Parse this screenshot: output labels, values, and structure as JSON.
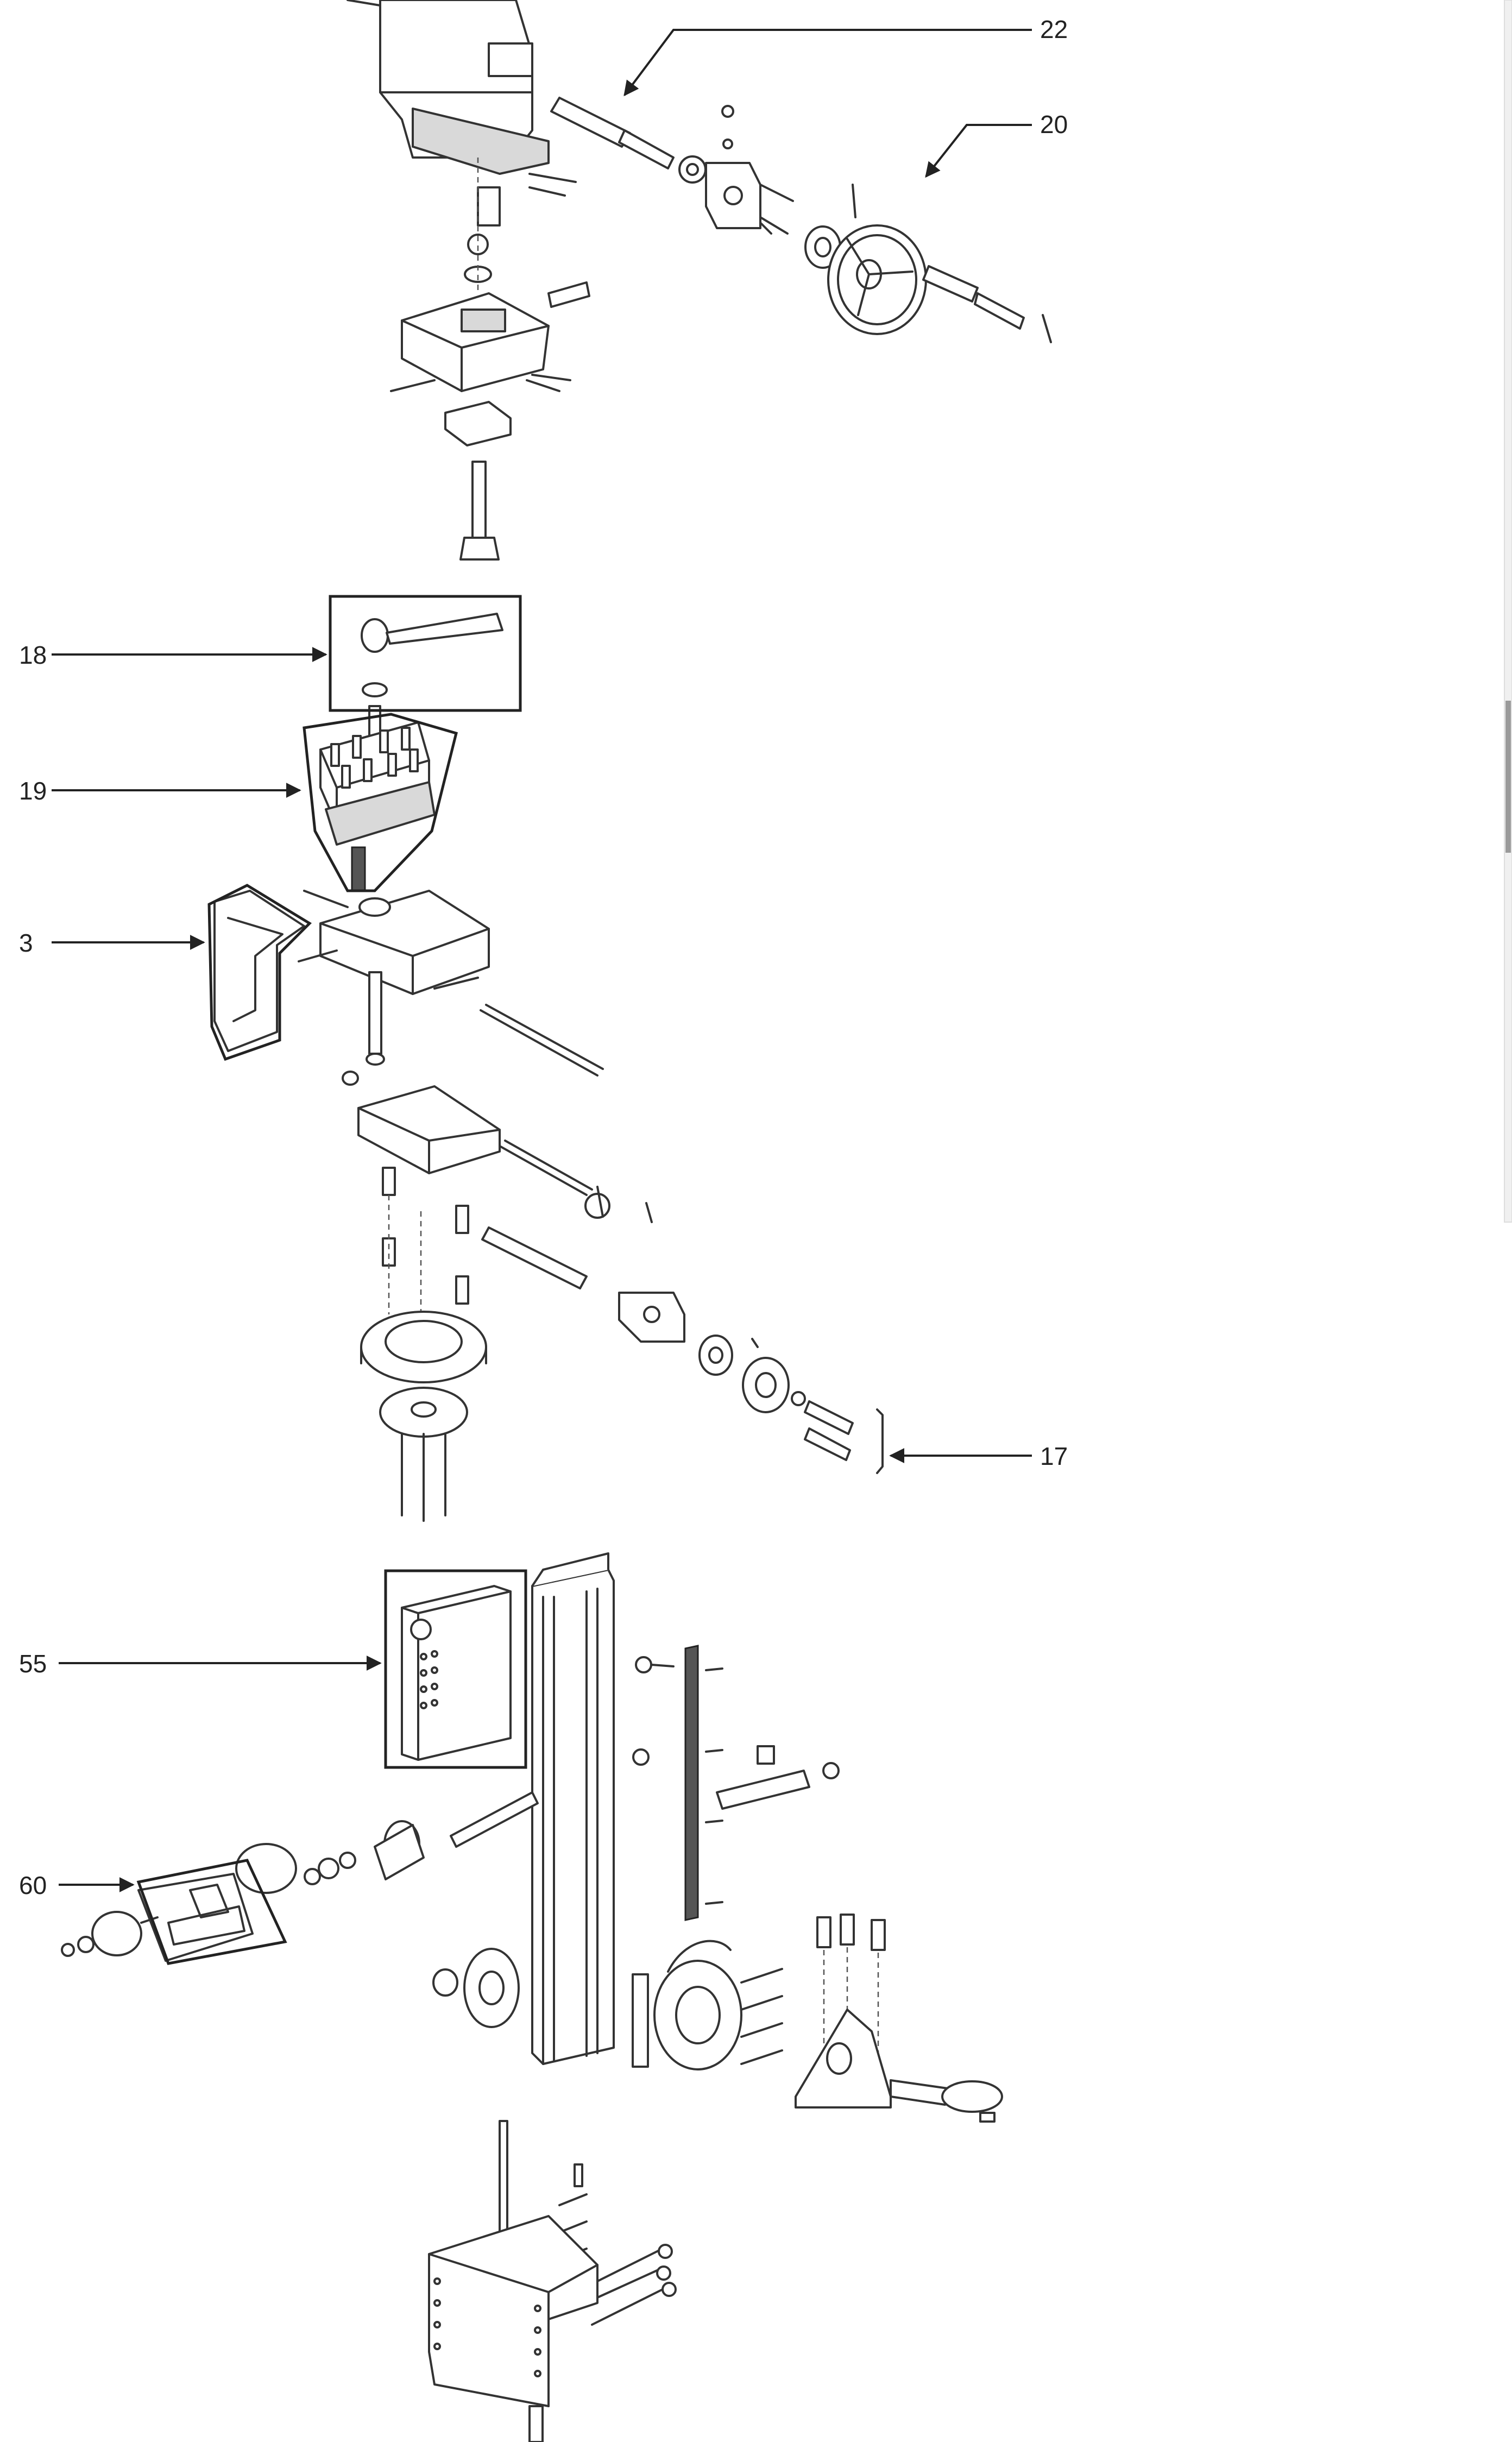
{
  "callouts": [
    {
      "id": "c22",
      "label": "22"
    },
    {
      "id": "c20",
      "label": "20"
    },
    {
      "id": "c18",
      "label": "18"
    },
    {
      "id": "c19",
      "label": "19"
    },
    {
      "id": "c3",
      "label": "3"
    },
    {
      "id": "c17",
      "label": "17"
    },
    {
      "id": "c55",
      "label": "55"
    },
    {
      "id": "c60",
      "label": "60"
    }
  ]
}
